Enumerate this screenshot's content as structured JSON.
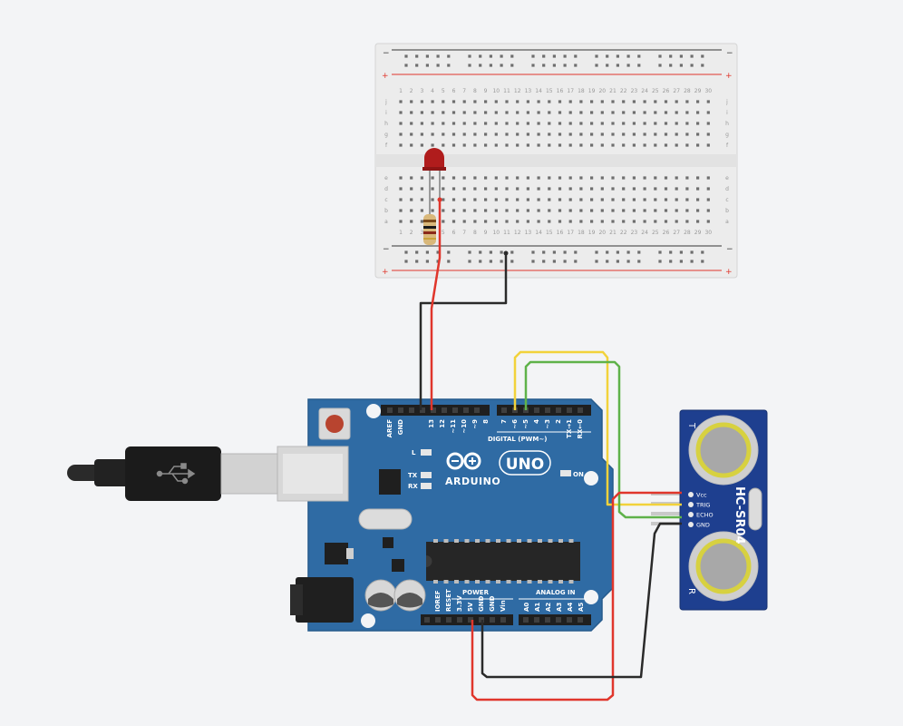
{
  "colors": {
    "background": "#f3f4f6",
    "board_blue": "#2f6ba4",
    "breadboard": "#ececec",
    "wire_red": "#e0362c",
    "wire_black": "#2a2a2a",
    "wire_yellow": "#f2d23b",
    "wire_green": "#5fb24a",
    "led_red": "#b01c1c",
    "sensor_blue": "#1e3f8f"
  },
  "breadboard": {
    "columns": [
      "1",
      "2",
      "3",
      "4",
      "5",
      "6",
      "7",
      "8",
      "9",
      "10",
      "11",
      "12",
      "13",
      "14",
      "15",
      "16",
      "17",
      "18",
      "19",
      "20",
      "21",
      "22",
      "23",
      "24",
      "25",
      "26",
      "27",
      "28",
      "29",
      "30"
    ],
    "top_rows": [
      "j",
      "i",
      "h",
      "g",
      "f"
    ],
    "bottom_rows": [
      "e",
      "d",
      "c",
      "b",
      "a"
    ],
    "rail_minus": "−",
    "rail_plus": "+"
  },
  "arduino": {
    "logo_text": "ARDUINO",
    "model_text": "UNO",
    "digital_header": "DIGITAL (PWM~)",
    "power_header": "POWER",
    "analog_header": "ANALOG IN",
    "led_l": "L",
    "led_tx": "TX",
    "led_rx": "RX",
    "led_on": "ON",
    "digital_pins": [
      "AREF",
      "GND",
      "13",
      "12",
      "~11",
      "~10",
      "~9",
      "8",
      "7",
      "~6",
      "~5",
      "4",
      "~3",
      "2",
      "TX→1",
      "RX←0"
    ],
    "power_pins": [
      "IOREF",
      "RESET",
      "3.3V",
      "5V",
      "GND",
      "GND",
      "Vin"
    ],
    "analog_pins": [
      "A0",
      "A1",
      "A2",
      "A3",
      "A4",
      "A5"
    ]
  },
  "sensor": {
    "model": "HC-SR04",
    "pins": [
      "Vcc",
      "TRIG",
      "ECHO",
      "GND"
    ],
    "t_label": "T",
    "r_label": "R"
  }
}
